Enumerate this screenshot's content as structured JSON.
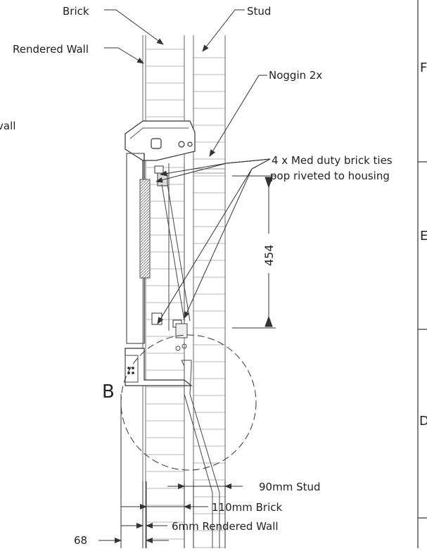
{
  "labels": {
    "brick": "Brick",
    "stud": "Stud",
    "rendered_wall": "Rendered Wall",
    "wall_fragment": "vall",
    "noggin": "Noggin 2x",
    "brick_ties_line1": "4 x Med duty brick ties",
    "brick_ties_line2": "pop riveted to housing",
    "detail_marker": "B"
  },
  "dimensions": {
    "housing_height": "454",
    "stud": "90mm Stud",
    "brick": "110mm Brick",
    "rendered_wall": "6mm Rendered Wall",
    "offset": "68"
  },
  "title_block": {
    "grid_refs": [
      "F",
      "E",
      "D"
    ]
  },
  "colors": {
    "line": "#333333",
    "light_line": "#9a9a9a",
    "hatch": "#8a8a8a",
    "text": "#222222"
  }
}
